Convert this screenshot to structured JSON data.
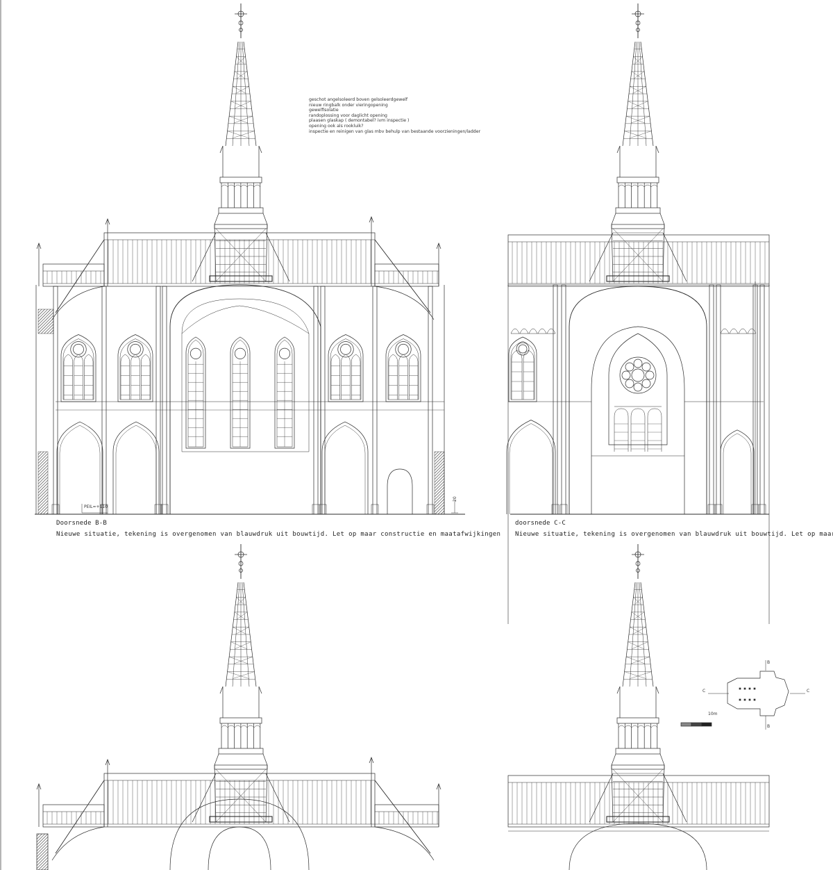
{
  "drawing": {
    "notes": [
      "geschot angelsoleerd boven gelsoleerdgewelf",
      "nieuw ringbalk onder vieringopening",
      "gewelfisolatie",
      "randoplossing voor daglicht opening",
      "plaasen glaskap ( demontabel? ivm inspectie )",
      "opening ook als rookluik?",
      "inspectie en reinigen van glas mbv behulp van bestaande voorzieningen/ladder"
    ],
    "sections": [
      {
        "title": "Doorsnede B-B",
        "caption": "Nieuwe situatie, tekening is overgenomen van blauwdruk uit bouwtijd. Let op maar constructie en maatafwijkingen"
      },
      {
        "title": "doorsnede C-C",
        "caption": "Nieuwe situatie, tekening is overgenomen van blauwdruk uit bouwtijd. Let op maar constructie en maatafwijkingen"
      }
    ],
    "level_marker": "PEIL=+110",
    "dimension": "20",
    "key_plan": {
      "mark_b_top": "B",
      "mark_b_bottom": "B",
      "mark_c_left": "C",
      "mark_c_right": "C",
      "scale_label": "10m"
    },
    "colors": {
      "line": "#2b2b2b",
      "hatch": "#444444",
      "paper": "#ffffff"
    }
  }
}
